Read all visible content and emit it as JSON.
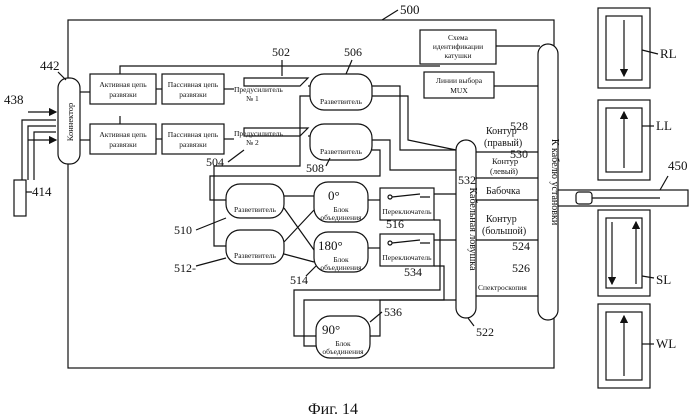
{
  "refs": {
    "r500": "500",
    "r442": "442",
    "r438": "438",
    "r414": "414",
    "r502": "502",
    "r506": "506",
    "r504": "504",
    "r508": "508",
    "r510": "510",
    "r512": "512-",
    "r514": "514",
    "r516": "516",
    "r532": "532",
    "r534": "534",
    "r536": "536",
    "r522": "522",
    "r524": "524",
    "r526": "526",
    "r528": "528",
    "r530": "530",
    "r450": "450"
  },
  "labels": {
    "connector": "Коннектор",
    "iso_active": [
      "Активная цепь",
      "развязки"
    ],
    "iso_passive": [
      "Пассивная цепь",
      "развязки"
    ],
    "preamp1": [
      "Предусилитель",
      "№ 1"
    ],
    "preamp2": [
      "Предусилитель",
      "№ 2"
    ],
    "splitter": "Разветвитель",
    "coil_id": [
      "Схема",
      "идентификации",
      "катушки"
    ],
    "mux": [
      "Линии выбора",
      "MUX"
    ],
    "cable_trap": "Кабельная ловушка",
    "to_cable": "К кабелю установки",
    "switch": "Переключатель",
    "combiner": [
      "Блок",
      "объединения"
    ],
    "phase0": "0°",
    "phase180": "180°",
    "phase90": "90°",
    "loop_right": [
      "Контур",
      "(правый)"
    ],
    "loop_left": [
      "Контур",
      "(левый)"
    ],
    "butterfly": "Бабочка",
    "loop_large": [
      "Контур",
      "(большой)"
    ],
    "spectroscopy": "Спектроскопия",
    "coil_rl": "RL",
    "coil_ll": "LL",
    "coil_sl": "SL",
    "coil_wl": "WL"
  },
  "caption": "Фиг. 14"
}
